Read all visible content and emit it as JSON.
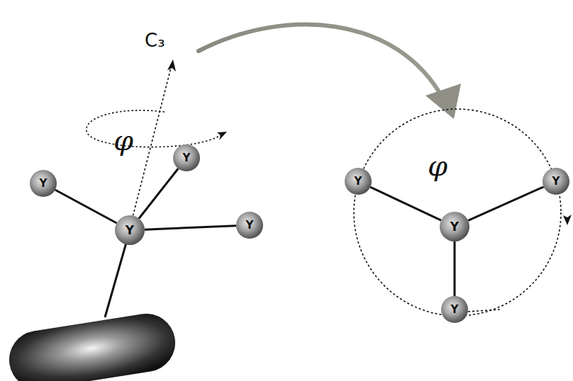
{
  "diagram": {
    "nodes": [
      {
        "text": [
          "Y"
        ]
      },
      {
        "text": [
          "Y"
        ]
      },
      {
        "text": [
          "Y"
        ]
      },
      {
        "text": [
          "Y"
        ]
      },
      {
        "text": [
          "Y"
        ]
      },
      {
        "text": [
          "Y"
        ]
      },
      {
        "text": [
          "Y"
        ]
      },
      {
        "text": [
          "Y"
        ]
      }
    ],
    "edges": [
      {
        "from": 1,
        "to": 0,
        "arrow": "none"
      },
      {
        "from": 2,
        "to": 0,
        "arrow": "none"
      },
      {
        "from": 3,
        "to": 0,
        "arrow": "none"
      },
      {
        "from": 5,
        "to": 4,
        "arrow": "none"
      },
      {
        "from": 6,
        "to": 4,
        "arrow": "none"
      },
      {
        "from": 7,
        "to": 4,
        "arrow": "none"
      }
    ],
    "labels": [
      "C₃",
      "φ",
      "φ"
    ]
  }
}
